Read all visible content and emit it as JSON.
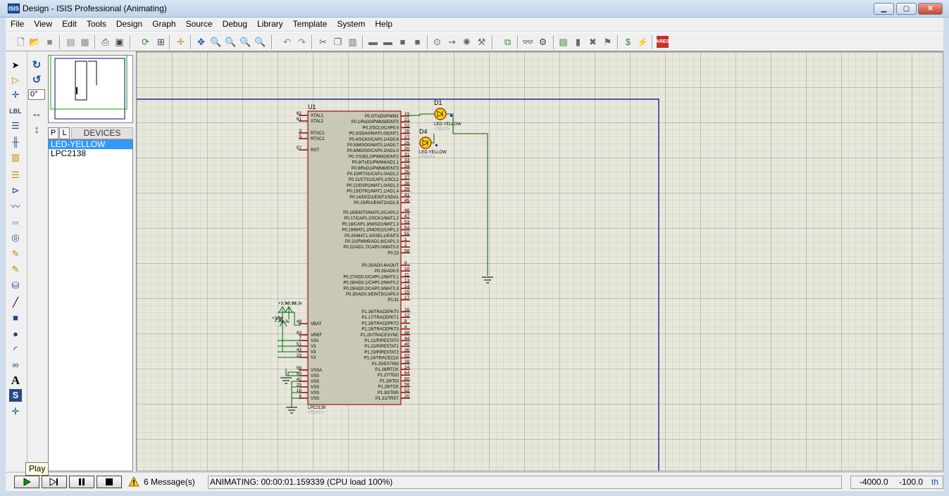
{
  "window": {
    "title": "Design - ISIS Professional (Animating)",
    "app_icon_text": "ISIS"
  },
  "menu": [
    "File",
    "View",
    "Edit",
    "Tools",
    "Design",
    "Graph",
    "Source",
    "Debug",
    "Library",
    "Template",
    "System",
    "Help"
  ],
  "side_panel": {
    "angle": "0°",
    "pick_p": "P",
    "pick_l": "L",
    "devices_title": "DEVICES",
    "devices": [
      "LED-YELLOW",
      "LPC2138"
    ],
    "selected_device": "LED-YELLOW"
  },
  "schematic": {
    "chip": {
      "ref": "U1",
      "name": "LPC2138",
      "text_placeholder": "<TEXT>",
      "left_pins": [
        {
          "num": "62",
          "name": "XTAL1"
        },
        {
          "num": "61",
          "name": "XTAL2"
        },
        {
          "num": "3",
          "name": "RTXC1"
        },
        {
          "num": "5",
          "name": "RTXC2"
        },
        {
          "num": "57",
          "name": "RST"
        },
        {
          "num": "49",
          "name": "VBAT"
        },
        {
          "num": "63",
          "name": "VREF"
        },
        {
          "num": "7",
          "name": "V3A"
        },
        {
          "num": "51",
          "name": "V3"
        },
        {
          "num": "43",
          "name": "V3"
        },
        {
          "num": "23",
          "name": "V3"
        },
        {
          "num": "59",
          "name": "VSSA"
        },
        {
          "num": "50",
          "name": "VSS"
        },
        {
          "num": "42",
          "name": "VSS"
        },
        {
          "num": "25",
          "name": "VSS"
        },
        {
          "num": "18",
          "name": "VSS"
        },
        {
          "num": "6",
          "name": "VSS"
        }
      ],
      "right_pins_a": [
        {
          "num": "19",
          "name": "P0.0/TxD0/PWM1"
        },
        {
          "num": "21",
          "name": "P0.1/RxD0/PWM3/EINT0"
        },
        {
          "num": "22",
          "name": "P0.2/SCL0/CAP0.0"
        },
        {
          "num": "26",
          "name": "P0.3/SDA0/MAT0.0/EINT1"
        },
        {
          "num": "27",
          "name": "P0.4/SCK0/CAP0.1/AD0.6"
        },
        {
          "num": "29",
          "name": "P0.5/MISO0/MAT0.1/AD0.7"
        },
        {
          "num": "30",
          "name": "P0.6/MOSI0/CAP0.2/AD1.0"
        },
        {
          "num": "31",
          "name": "P0.7/SSEL0/PWM2/EINT2"
        },
        {
          "num": "33",
          "name": "P0.8/TxD1/PWM4/AD1.1"
        },
        {
          "num": "34",
          "name": "P0.9/RxD1/PWM6/EINT3"
        },
        {
          "num": "35",
          "name": "P0.10/RTS1/CAP1.0/AD1.2"
        },
        {
          "num": "37",
          "name": "P0.11/CTS1/CAP1.1/SCL1"
        },
        {
          "num": "38",
          "name": "P0.12/DSR1/MAT1.0/AD1.3"
        },
        {
          "num": "39",
          "name": "P0.13/DTR1/MAT1.1/AD1.4"
        },
        {
          "num": "41",
          "name": "P0.14/DCD1/EINT1/SDA1"
        },
        {
          "num": "45",
          "name": "P0.15/RI1/EINT2/AD1.5"
        }
      ],
      "right_pins_b": [
        {
          "num": "46",
          "name": "P0.16/EINT0/MAT0.2/CAP0.2"
        },
        {
          "num": "47",
          "name": "P0.17/CAP1.2/SCK1/MAT1.2"
        },
        {
          "num": "53",
          "name": "P0.18/CAP1.3/MISO1/MAT1.3"
        },
        {
          "num": "54",
          "name": "P0.19/MAT1.2/MOSI1/CAP1.2"
        },
        {
          "num": "55",
          "name": "P0.20/MAT1.3/SSEL1/EINT3"
        },
        {
          "num": "1",
          "name": "P0.21/PWM5/AD1.6/CAP1.3"
        },
        {
          "num": "2",
          "name": "P0.22/AD1.7/CAP0.0/MAT0.0"
        },
        {
          "num": "58",
          "name": "P0.23"
        }
      ],
      "right_pins_c": [
        {
          "num": "9",
          "name": "P0.25/AD0.4/AOUT"
        },
        {
          "num": "10",
          "name": "P0.26/AD0.5"
        },
        {
          "num": "11",
          "name": "P0.27/AD0.0/CAP0.1/MAT0.1"
        },
        {
          "num": "13",
          "name": "P0.28/AD0.1/CAP0.2/MAT0.2"
        },
        {
          "num": "14",
          "name": "P0.29/AD0.2/CAP0.3/MAT0.3"
        },
        {
          "num": "15",
          "name": "P0.30/AD0.3/EINT3/CAP0.0"
        },
        {
          "num": "17",
          "name": "P0.31"
        }
      ],
      "right_pins_d": [
        {
          "num": "16",
          "name": "P1.16/TRACEPKT0"
        },
        {
          "num": "12",
          "name": "P1.17/TRACEPKT1"
        },
        {
          "num": "8",
          "name": "P1.18/TRACEPKT2"
        },
        {
          "num": "4",
          "name": "P1.19/TRACEPKT3"
        },
        {
          "num": "48",
          "name": "P1.20/TRACESYNC"
        },
        {
          "num": "44",
          "name": "P1.21/PIPESTAT0"
        },
        {
          "num": "40",
          "name": "P1.22/PIPESTAT1"
        },
        {
          "num": "36",
          "name": "P1.23/PIPESTAT2"
        },
        {
          "num": "32",
          "name": "P1.24/TRACECLK"
        },
        {
          "num": "28",
          "name": "P1.25/EXTIN0"
        },
        {
          "num": "24",
          "name": "P1.26/RTCK"
        },
        {
          "num": "64",
          "name": "P1.27/TDO"
        },
        {
          "num": "60",
          "name": "P1.28/TDI"
        },
        {
          "num": "56",
          "name": "P1.29/TCK"
        },
        {
          "num": "52",
          "name": "P1.30/TMS"
        },
        {
          "num": "20",
          "name": "P1.31/TRST"
        }
      ]
    },
    "leds": [
      {
        "ref": "D1",
        "type": "LED-YELLOW",
        "text": "<TEXT>"
      },
      {
        "ref": "D4",
        "type": "LED-YELLOW",
        "text": "<TEXT>"
      }
    ],
    "power_labels": [
      "+3.3v",
      "+3.3v",
      "+3.3v",
      "+3.3v",
      "+3.3v"
    ]
  },
  "status": {
    "tooltip": "Play",
    "messages": "6 Message(s)",
    "animating": "ANIMATING: 00:00:01.159339 (CPU load 100%)",
    "coord_x": "-4000.0",
    "coord_y": "-100.0",
    "units": "th"
  },
  "colors": {
    "canvas_bg": "#e7e7dc",
    "chip_fill": "#c8c8b4",
    "chip_border": "#a01010",
    "wire": "#006400",
    "sheet_border": "#000080",
    "led_fill": "#ffd700",
    "selection": "#3399ff"
  }
}
